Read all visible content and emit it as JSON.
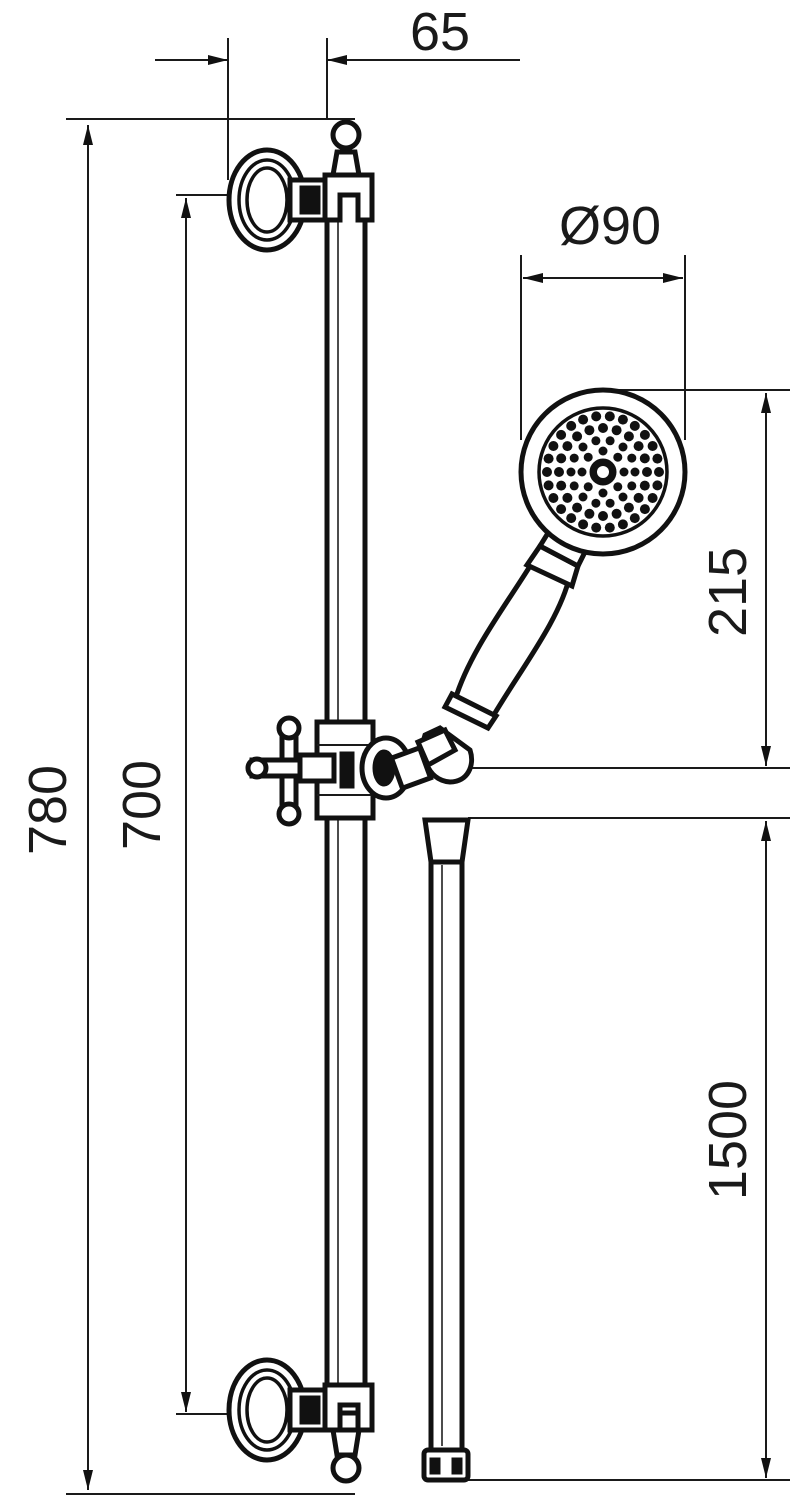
{
  "drawing": {
    "dimensions": {
      "wall_projection": "65",
      "head_diameter": "Ø90",
      "total_height": "780",
      "bracket_spacing": "700",
      "hand_shower_length": "215",
      "hose_length": "1500"
    }
  }
}
